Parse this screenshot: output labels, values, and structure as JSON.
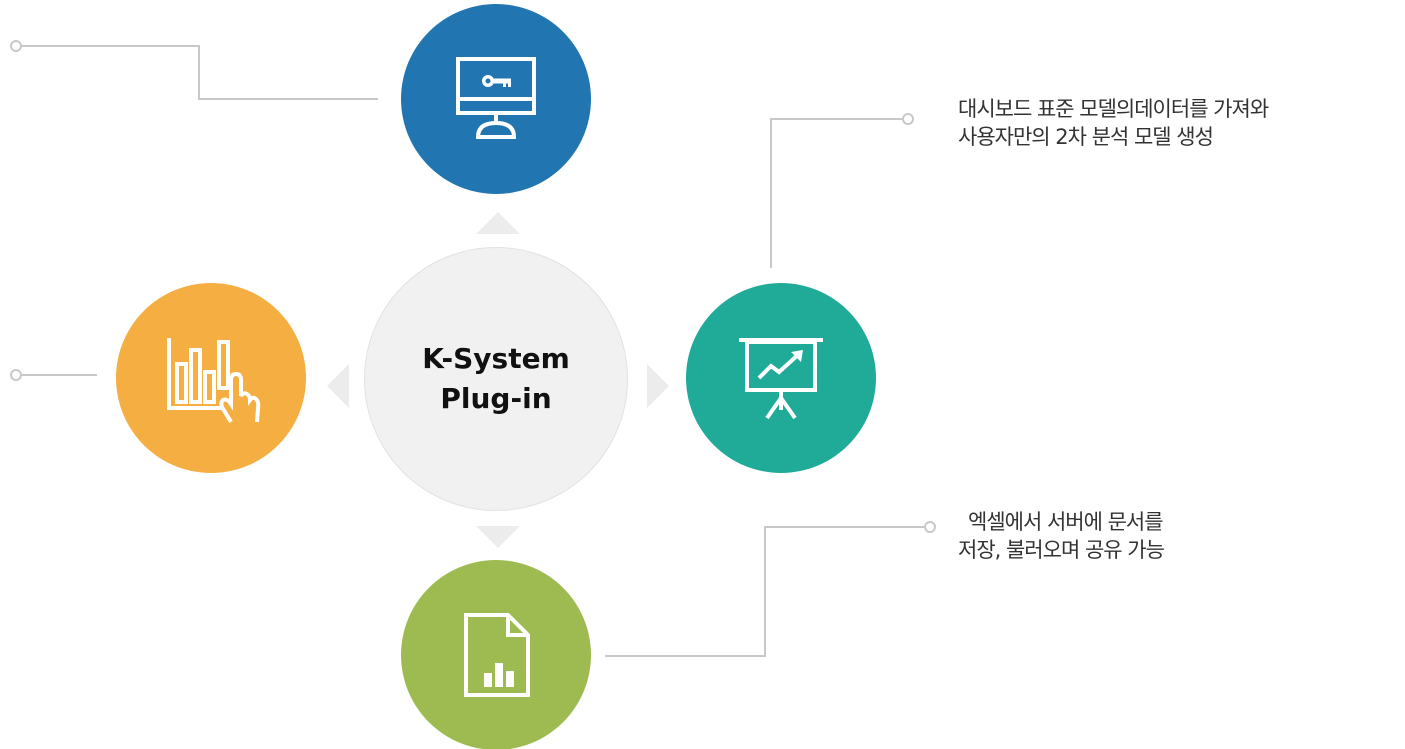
{
  "center": {
    "title_line1": "K-System",
    "title_line2": "Plug-in"
  },
  "nodes": [
    {
      "id": "top",
      "icon": "monitor-key-icon",
      "color": "#2176b1"
    },
    {
      "id": "right",
      "icon": "presentation-chart-icon",
      "color": "#1fab98"
    },
    {
      "id": "left",
      "icon": "bar-chart-hand-icon",
      "color": "#f5ae42"
    },
    {
      "id": "bottom",
      "icon": "document-chart-icon",
      "color": "#9ebb51"
    }
  ],
  "annotations": {
    "right": {
      "line1": "대시보드 표준 모델의데이터를 가져와",
      "line2": "사용자만의 2차 분석 모델 생성"
    },
    "bottom": {
      "line1": "엑셀에서 서버에 문서를",
      "line2": "저장, 불러오며 공유  가능"
    }
  },
  "colors": {
    "connector": "#c8c8c8",
    "center_fill": "#f1f1f1",
    "pointer": "#ececec",
    "text": "#333333"
  }
}
